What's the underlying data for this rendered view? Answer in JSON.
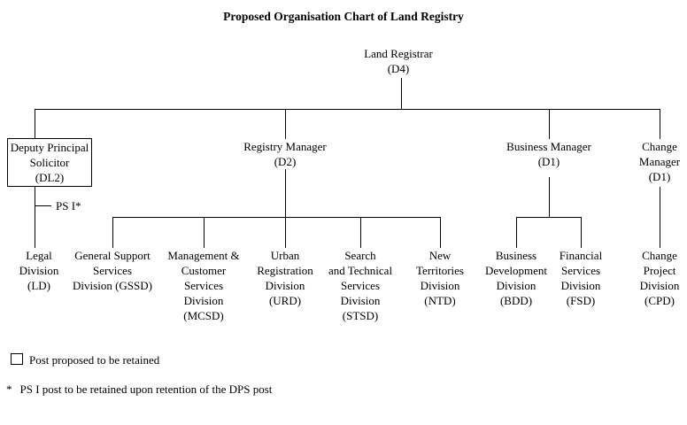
{
  "title": "Proposed Organisation Chart of Land Registry",
  "root": {
    "lines": [
      "Land Registrar",
      "(D4)"
    ]
  },
  "level2": {
    "deputy_principal_solicitor": {
      "lines": [
        "Deputy Principal",
        "Solicitor",
        "(DL2)"
      ],
      "boxed": true
    },
    "registry_manager": {
      "lines": [
        "Registry Manager",
        "(D2)"
      ]
    },
    "business_manager": {
      "lines": [
        "Business Manager",
        "(D1)"
      ]
    },
    "change_manager": {
      "lines": [
        "Change",
        "Manager",
        "(D1)"
      ]
    }
  },
  "ps_post_label": "PS I*",
  "divisions": {
    "ld": {
      "lines": [
        "Legal",
        "Division",
        "(LD)"
      ]
    },
    "gssd": {
      "lines": [
        "General Support",
        "Services",
        "Division (GSSD)"
      ]
    },
    "mcsd": {
      "lines": [
        "Management &",
        "Customer",
        "Services",
        "Division",
        "(MCSD)"
      ]
    },
    "urd": {
      "lines": [
        "Urban",
        "Registration",
        "Division",
        "(URD)"
      ]
    },
    "stsd": {
      "lines": [
        "Search",
        "and Technical",
        "Services",
        "Division",
        "(STSD)"
      ]
    },
    "ntd": {
      "lines": [
        "New",
        "Territories",
        "Division",
        "(NTD)"
      ]
    },
    "bdd": {
      "lines": [
        "Business",
        "Development",
        "Division",
        "(BDD)"
      ]
    },
    "fsd": {
      "lines": [
        "Financial",
        "Services",
        "Division",
        "(FSD)"
      ]
    },
    "cpd": {
      "lines": [
        "Change",
        "Project",
        "Division",
        "(CPD)"
      ]
    }
  },
  "legend": {
    "symbol": "empty-box",
    "label": "Post proposed to be retained"
  },
  "footnote": {
    "marker": "*",
    "text": "PS I post to be retained upon retention of the DPS post"
  },
  "colors": {
    "background": "#ffffff",
    "text": "#000000",
    "line": "#000000"
  }
}
